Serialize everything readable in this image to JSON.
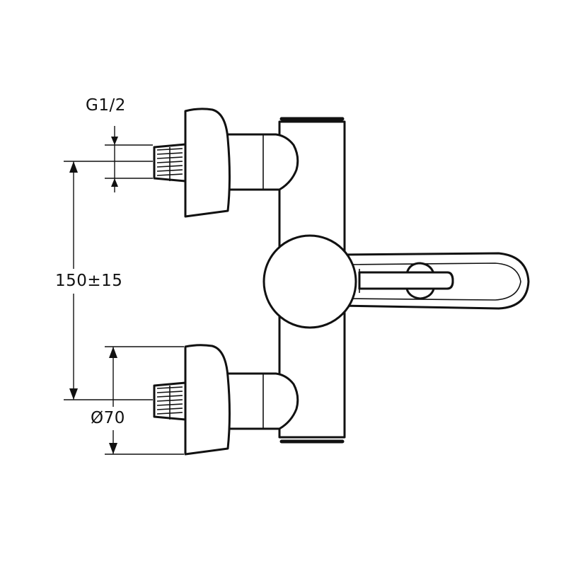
{
  "labels": {
    "thread": "G1/2",
    "centers": "150±15",
    "diameter": "Ø70"
  },
  "colors": {
    "line": "#111111",
    "background": "#ffffff"
  }
}
